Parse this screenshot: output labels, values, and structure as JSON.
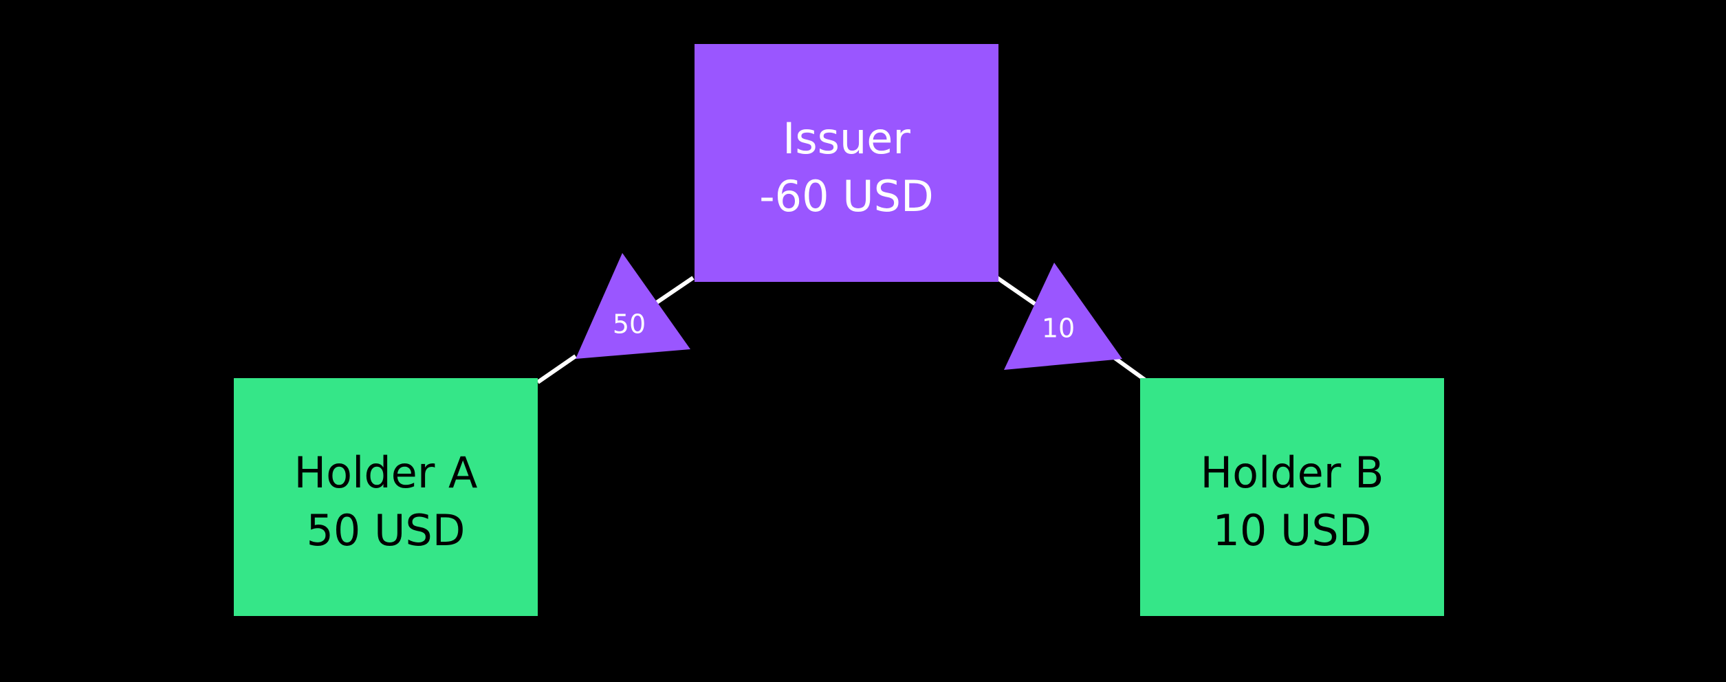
{
  "colors": {
    "background": "#000000",
    "issuer_fill": "#9a56ff",
    "holder_fill": "#35e688",
    "edge_marker_fill": "#9a56ff",
    "edge_line": "#ffffff",
    "issuer_text": "#ffffff",
    "holder_text": "#000000",
    "edge_text": "#ffffff"
  },
  "nodes": {
    "issuer": {
      "name": "Issuer",
      "balance": "-60 USD"
    },
    "holder_a": {
      "name": "Holder A",
      "balance": "50 USD"
    },
    "holder_b": {
      "name": "Holder B",
      "balance": "10 USD"
    }
  },
  "edges": {
    "issuer_holder_a": {
      "amount": "50"
    },
    "issuer_holder_b": {
      "amount": "10"
    }
  }
}
